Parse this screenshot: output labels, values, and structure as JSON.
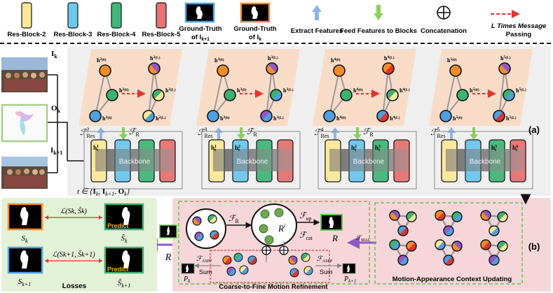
{
  "legend": {
    "blocks": [
      "Res-Block-2",
      "Res-Block-3",
      "Res-Block-4",
      "Res-Block-5"
    ],
    "gt_next": [
      "Ground-Truth",
      "of I"
    ],
    "gt_next_sub": "k+1",
    "gt_curr": [
      "Ground-Truth",
      "of I"
    ],
    "gt_curr_sub": "k",
    "extract": "Extract Features",
    "feed": "Feed Features to Blocks",
    "concat": "Concatenation",
    "msg": [
      "L Times Message",
      "Passing"
    ]
  },
  "inputs": {
    "ik": "I",
    "ik_sub": "k",
    "ok": "O",
    "ok_sub": "k",
    "ik1": "I",
    "ik1_sub": "k+1"
  },
  "graph_labels": {
    "h0": "h",
    "sup0": "(0)",
    "supL": "(L)"
  },
  "levels": [
    "2",
    "3",
    "4",
    "5"
  ],
  "res_label": "Res",
  "fR": "R",
  "backbone": "Backbone",
  "ht_label": "h",
  "t_formula": [
    "t ∈ {",
    "I",
    "k",
    ", ",
    "I",
    "k+1",
    ", ",
    "O",
    "k",
    "}"
  ],
  "panel_a": "(a)",
  "panel_b": "(b)",
  "losses": {
    "title": "Losses",
    "predict": "Predict",
    "l1": "L(S",
    "l1_full": "ℒ(Sk, Ŝk)",
    "l2_full": "ℒ(Sk+1, Ŝk+1)",
    "sk": "S",
    "sk_sub": "k",
    "shat_k": "Ŝ",
    "sk1_sub": "k+1"
  },
  "refine": {
    "title": "Coarse-to-Fine Motion Refinement",
    "f_r": "ℱ",
    "r_sub": "R",
    "ri": "R",
    "ri_sup": "i",
    "f_up": "ℱ",
    "up": "up",
    "f_cat": "ℱ",
    "cat": "cat",
    "R": "R",
    "aspp": "ℱ",
    "aspp_sub": "ASPP",
    "sum": "Sum",
    "pk": "P",
    "pk_sub": "k",
    "pk1_sub": "k+1"
  },
  "mac": {
    "title": "Motion-Appearance Context Updating",
    "f": "ℱ",
    "sub": "MAC"
  },
  "colors": {
    "res2": "#fbe89a",
    "res3": "#6ec6ec",
    "res4": "#43b77a",
    "res5": "#e57373",
    "orange": "#f28c2a",
    "green_node": "#3cb371",
    "blue_node": "#4ea1e0",
    "arrow_blue": "#8fb5e8",
    "arrow_green": "#8bd05a",
    "red": "#e3342f",
    "purple": "#8e5bc4",
    "peach": "#f9dcc8",
    "pink": "#f6d6d9",
    "lightgreen": "#e3f1d6"
  }
}
